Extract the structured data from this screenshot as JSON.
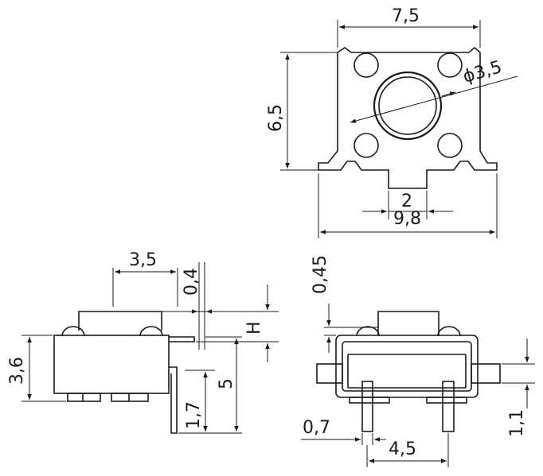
{
  "colors": {
    "line": "#1a1a1a",
    "background": "#ffffff"
  },
  "views": {
    "top": {
      "dimensions": {
        "width": "7,5",
        "height": "6,5",
        "button_diameter": "ϕ3,5",
        "center_tab": "2",
        "overall_width": "9,8"
      }
    },
    "side": {
      "dimensions": {
        "plunger_offset": "3,5",
        "gap": "0,4",
        "body_height": "3,6",
        "plunger_height": "H",
        "total_height": "5",
        "lead_length": "1,7"
      }
    },
    "front": {
      "dimensions": {
        "clearance": "0,45",
        "lead_thickness": "1,1",
        "lead_width": "0,7",
        "lead_pitch": "4,5"
      }
    }
  }
}
